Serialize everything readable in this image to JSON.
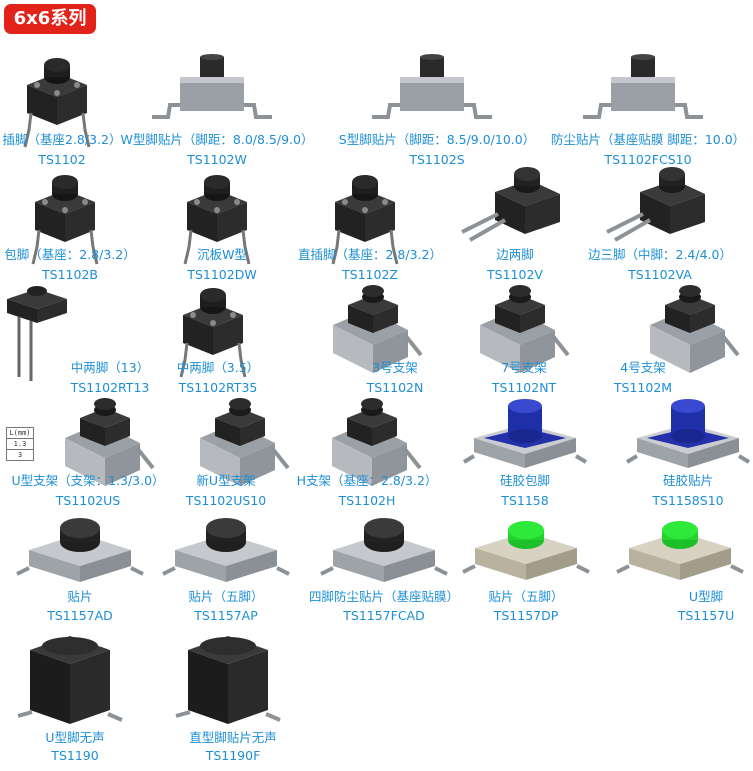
{
  "header": {
    "series_badge": "6x6系列"
  },
  "dimension_table": [
    "L(mm)",
    "1.3",
    "3"
  ],
  "products": [
    {
      "desc": "插脚（基座2.8/3.2）",
      "model": "TS1102",
      "style": "dip"
    },
    {
      "desc": "W型脚贴片（脚距：8.0/8.5/9.0）",
      "model": "TS1102W",
      "style": "smd-side"
    },
    {
      "desc": "S型脚贴片（脚距：8.5/9.0/10.0）",
      "model": "TS1102S",
      "style": "smd-side"
    },
    {
      "desc": "防尘贴片（基座贴膜 脚距：10.0）",
      "model": "TS1102FCS10",
      "style": "smd-side"
    },
    {
      "desc": "包脚（基座：2.8/3.2）",
      "model": "TS1102B",
      "style": "dip"
    },
    {
      "desc": "沉板W型",
      "model": "TS1102DW",
      "style": "dip"
    },
    {
      "desc": "直插脚（基座：2.8/3.2）",
      "model": "TS1102Z",
      "style": "dip"
    },
    {
      "desc": "边两脚",
      "model": "TS1102V",
      "style": "side"
    },
    {
      "desc": "边三脚（中脚：2.4/4.0）",
      "model": "TS1102VA",
      "style": "side"
    },
    {
      "desc": "中两脚（13）",
      "model": "TS1102RT13",
      "style": "tall"
    },
    {
      "desc": "中两脚（3.5）",
      "model": "TS1102RT35",
      "style": "dip"
    },
    {
      "desc": "3号支架",
      "model": "TS1102N",
      "style": "bracket"
    },
    {
      "desc": "7号支架",
      "model": "TS1102NT",
      "style": "bracket"
    },
    {
      "desc": "4号支架",
      "model": "TS1102M",
      "style": "bracket"
    },
    {
      "desc": "U型支架（支架：1.3/3.0）",
      "model": "TS1102US",
      "style": "bracket"
    },
    {
      "desc": "新U型支架",
      "model": "TS1102US10",
      "style": "bracket"
    },
    {
      "desc": "H支架（基座：2.8/3.2）",
      "model": "TS1102H",
      "style": "bracket"
    },
    {
      "desc": "硅胶包脚",
      "model": "TS1158",
      "style": "smd-blue"
    },
    {
      "desc": "硅胶贴片",
      "model": "TS1158S10",
      "style": "smd-blue"
    },
    {
      "desc": "贴片",
      "model": "TS1157AD",
      "style": "smd-flat"
    },
    {
      "desc": "贴片（五脚）",
      "model": "TS1157AP",
      "style": "smd-flat"
    },
    {
      "desc": "四脚防尘贴片（基座贴膜）",
      "model": "TS1157FCAD",
      "style": "smd-flat"
    },
    {
      "desc": "贴片（五脚）",
      "model": "TS1157DP",
      "style": "smd-green"
    },
    {
      "desc": "U型脚",
      "model": "TS1157U",
      "style": "smd-green"
    },
    {
      "desc": "U型脚无声",
      "model": "TS1190",
      "style": "black-cube"
    },
    {
      "desc": "直型脚贴片无声",
      "model": "TS1190F",
      "style": "black-cube"
    }
  ],
  "colors": {
    "label_blue": "#1d8fd6",
    "badge_red": "#e2231a",
    "body_dark": "#2e2e2e",
    "metal": "#a9adb2",
    "cap_blue": "#1f2fa8",
    "cap_green": "#2ee83a"
  }
}
